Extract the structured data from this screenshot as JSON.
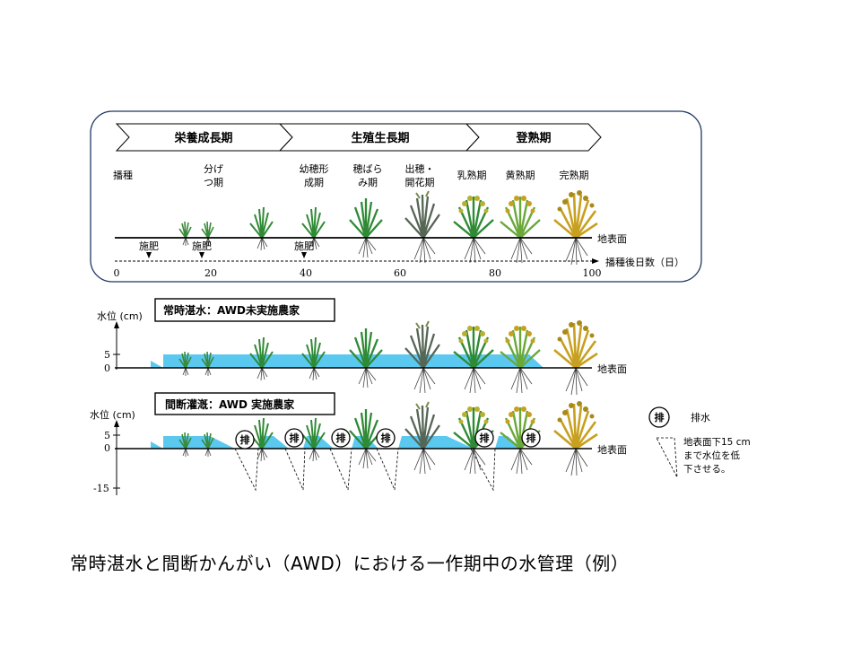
{
  "phases": [
    {
      "label": "栄養成長期"
    },
    {
      "label": "生殖生長期"
    },
    {
      "label": "登熟期"
    }
  ],
  "stages": [
    {
      "label": [
        "播種"
      ]
    },
    {
      "label": [
        "分げ",
        "つ期"
      ]
    },
    {
      "label": [
        "幼穂形",
        "成期"
      ]
    },
    {
      "label": [
        "穂ばら",
        "み期"
      ]
    },
    {
      "label": [
        "出穂・",
        "開花期"
      ]
    },
    {
      "label": [
        "乳熟期"
      ]
    },
    {
      "label": [
        "黄熟期"
      ]
    },
    {
      "label": [
        "完熟期"
      ]
    }
  ],
  "fertilizer_label": "施肥",
  "ground_label": "地表面",
  "axis": {
    "ticks": [
      "0",
      "20",
      "40",
      "60",
      "80",
      "100"
    ],
    "xlabel": "播種後日数（日）"
  },
  "panel_continuous": {
    "title": "常時湛水：AWD未実施農家",
    "ylabel": "水位 (cm)",
    "yticks": [
      "5",
      "0"
    ]
  },
  "panel_awd": {
    "title": "間断灌漑：AWD 実施農家",
    "ylabel": "水位 (cm)",
    "yticks": [
      "5",
      "0",
      "-15"
    ]
  },
  "drain_symbol": "排",
  "legend": {
    "drain_label": "排水",
    "dashed_note": [
      "地表面下15 cm",
      "まで水位を低",
      "下させる。"
    ]
  },
  "caption": "常時湛水と間断かんがい（AWD）における一作期中の水管理（例）",
  "colors": {
    "water": "#5BC8F0",
    "frame": "#1F3864",
    "leaf_green": "#3A8A3A",
    "grain_yellow": "#C8A020"
  }
}
